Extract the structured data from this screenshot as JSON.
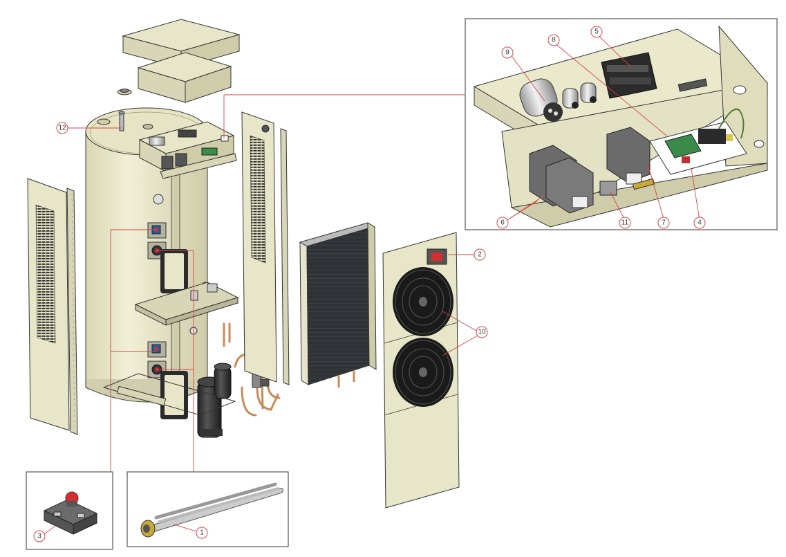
{
  "diagram": {
    "callouts": [
      {
        "id": "c1",
        "label": "1"
      },
      {
        "id": "c2",
        "label": "2"
      },
      {
        "id": "c3",
        "label": "3"
      },
      {
        "id": "c4",
        "label": "4"
      },
      {
        "id": "c5",
        "label": "5"
      },
      {
        "id": "c6",
        "label": "6"
      },
      {
        "id": "c7",
        "label": "7"
      },
      {
        "id": "c8",
        "label": "8"
      },
      {
        "id": "c9",
        "label": "9"
      },
      {
        "id": "c10",
        "label": "10"
      },
      {
        "id": "c11",
        "label": "11"
      },
      {
        "id": "c12",
        "label": "12"
      }
    ]
  },
  "colors": {
    "panel": "#e8e6c8",
    "panel_dark": "#cfccaa",
    "tank": "#eceacc",
    "leader": "#d64545",
    "outline": "#333333",
    "component_gray": "#6b6b6b",
    "fan": "#1a1a1a",
    "copper": "#c98a55",
    "pcb": "#3a8a4a"
  }
}
